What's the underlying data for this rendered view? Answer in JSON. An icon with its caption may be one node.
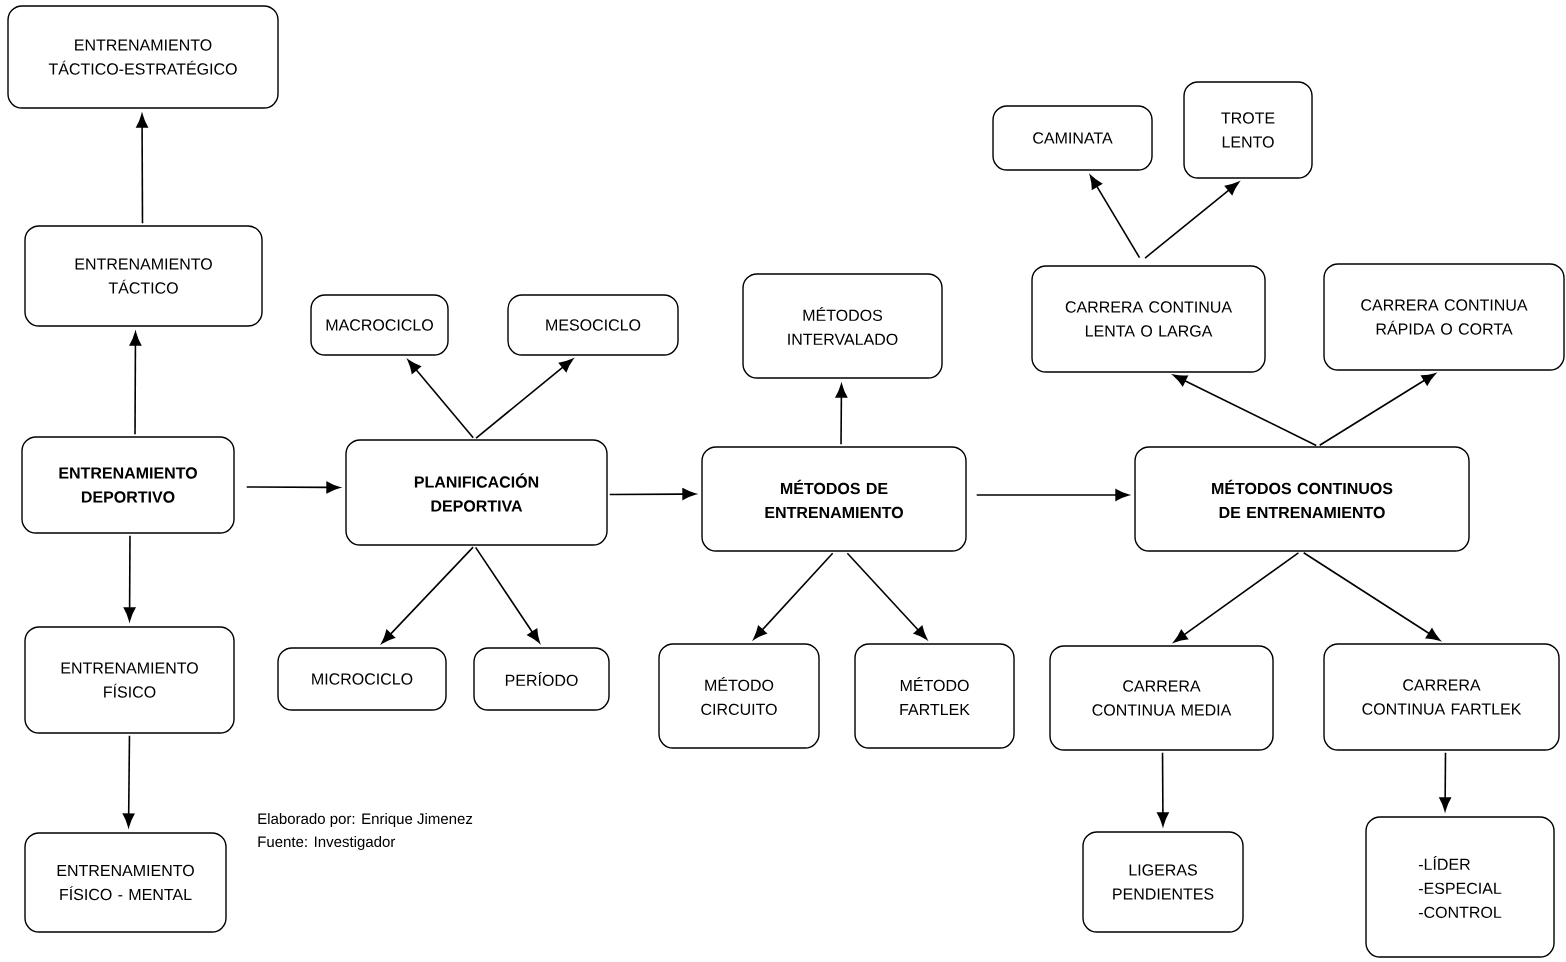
{
  "diagram": {
    "nodes": [
      {
        "text": [
          "ENTRENAMIENTO TÁCTICO-ESTRATÉGICO"
        ]
      },
      {
        "text": [
          "ENTRENAMIENTO TÁCTICO"
        ]
      },
      {
        "text": [
          "ENTRENAMIENTO DEPORTIVO"
        ]
      },
      {
        "text": [
          "ENTRENAMIENTO FÍSICO"
        ]
      },
      {
        "text": [
          "ENTRENAMIENTO FÍSICO - MENTAL"
        ]
      },
      {
        "text": [
          "MACROCICLO"
        ]
      },
      {
        "text": [
          "MESOCICLO"
        ]
      },
      {
        "text": [
          "PLANIFICACIÓN DEPORTIVA"
        ]
      },
      {
        "text": [
          "MICROCICLO"
        ]
      },
      {
        "text": [
          "PERÍODO"
        ]
      },
      {
        "text": [
          "MÉTODOS INTERVALADO"
        ]
      },
      {
        "text": [
          "MÉTODOS DE ENTRENAMIENTO"
        ]
      },
      {
        "text": [
          "MÉTODO CIRCUITO"
        ]
      },
      {
        "text": [
          "MÉTODO FARTLEK"
        ]
      },
      {
        "text": [
          "CAMINATA"
        ]
      },
      {
        "text": [
          "TROTE LENTO"
        ]
      },
      {
        "text": [
          "CARRERA CONTINUA LENTA O LARGA"
        ]
      },
      {
        "text": [
          "CARRERA CONTINUA RÁPIDA O CORTA"
        ]
      },
      {
        "text": [
          "MÉTODOS CONTINUOS DE ENTRENAMIENTO"
        ]
      },
      {
        "text": [
          "CARRERA CONTINUA MEDIA"
        ]
      },
      {
        "text": [
          "CARRERA CONTINUA FARTLEK"
        ]
      },
      {
        "text": [
          "LIGERAS PENDIENTES"
        ]
      },
      {
        "text": [
          "-LÍDER",
          "-ESPECIAL",
          "-CONTROL"
        ]
      }
    ],
    "edges": [
      {
        "from": 2,
        "to": 1,
        "arrow": "to"
      },
      {
        "from": 1,
        "to": 0,
        "arrow": "to"
      },
      {
        "from": 2,
        "to": 3,
        "arrow": "to"
      },
      {
        "from": 3,
        "to": 4,
        "arrow": "to"
      },
      {
        "from": 2,
        "to": 7,
        "arrow": "to"
      },
      {
        "from": 7,
        "to": 5,
        "arrow": "to"
      },
      {
        "from": 7,
        "to": 6,
        "arrow": "to"
      },
      {
        "from": 7,
        "to": 8,
        "arrow": "to"
      },
      {
        "from": 7,
        "to": 9,
        "arrow": "to"
      },
      {
        "from": 7,
        "to": 11,
        "arrow": "to"
      },
      {
        "from": 11,
        "to": 10,
        "arrow": "to"
      },
      {
        "from": 11,
        "to": 12,
        "arrow": "to"
      },
      {
        "from": 11,
        "to": 13,
        "arrow": "to"
      },
      {
        "from": 11,
        "to": 18,
        "arrow": "to"
      },
      {
        "from": 18,
        "to": 16,
        "arrow": "to"
      },
      {
        "from": 18,
        "to": 17,
        "arrow": "to"
      },
      {
        "from": 16,
        "to": 14,
        "arrow": "to"
      },
      {
        "from": 16,
        "to": 15,
        "arrow": "to"
      },
      {
        "from": 18,
        "to": 19,
        "arrow": "to"
      },
      {
        "from": 18,
        "to": 20,
        "arrow": "to"
      },
      {
        "from": 19,
        "to": 21,
        "arrow": "to"
      },
      {
        "from": 20,
        "to": 22,
        "arrow": "to"
      }
    ],
    "labels": [
      "Elaborado por: Enrique Jimenez",
      "Fuente: Investigador"
    ]
  }
}
